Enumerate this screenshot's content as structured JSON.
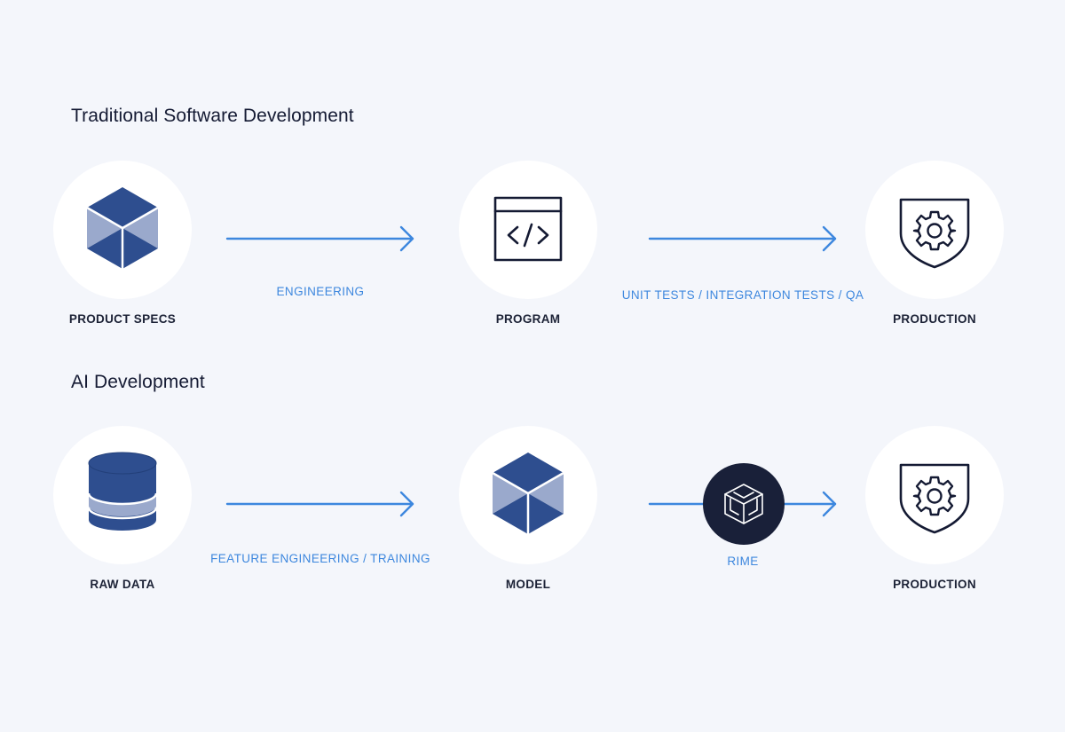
{
  "colors": {
    "background": "#f4f6fb",
    "node_fill": "#ffffff",
    "accent_blue": "#3d87de",
    "icon_dark_blue": "#2e4e8f",
    "icon_light_blue": "#9aa9cc",
    "rime_badge": "#192039",
    "text_dark": "#1c2236"
  },
  "traditional": {
    "title": "Traditional Software Development",
    "nodes": [
      {
        "label": "PRODUCT SPECS",
        "icon": "cube-icon"
      },
      {
        "label": "PROGRAM",
        "icon": "code-window-icon"
      },
      {
        "label": "PRODUCTION",
        "icon": "shield-gear-icon"
      }
    ],
    "edges": [
      {
        "label": "ENGINEERING"
      },
      {
        "label": "UNIT TESTS / INTEGRATION TESTS / QA"
      }
    ]
  },
  "ai": {
    "title": "AI Development",
    "nodes": [
      {
        "label": "RAW DATA",
        "icon": "database-icon"
      },
      {
        "label": "MODEL",
        "icon": "cube-icon"
      },
      {
        "label": "PRODUCTION",
        "icon": "shield-gear-icon"
      }
    ],
    "edges": [
      {
        "label": "FEATURE ENGINEERING / TRAINING"
      },
      {
        "label": "RIME",
        "icon": "rime-logo-icon"
      }
    ]
  }
}
